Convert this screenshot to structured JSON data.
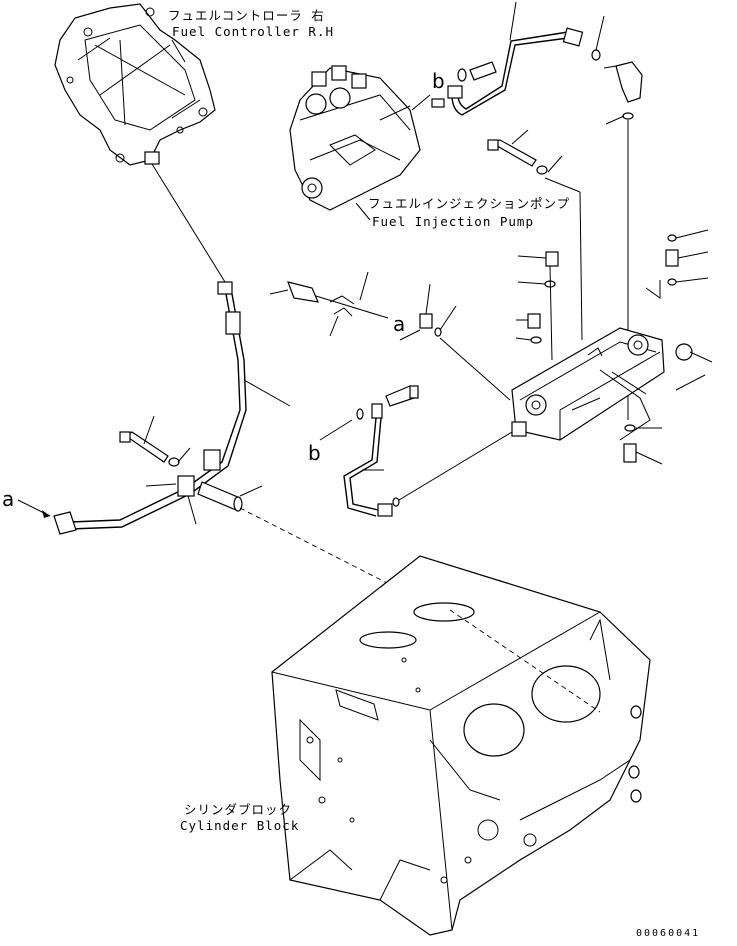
{
  "labels": {
    "fuel_controller_jp": "フュエルコントローラ 右",
    "fuel_controller_en": "Fuel Controller R.H",
    "injection_pump_jp": "フュエルインジェクションポンプ",
    "injection_pump_en": "Fuel Injection Pump",
    "cylinder_block_jp": "シリンダブロック",
    "cylinder_block_en": "Cylinder Block"
  },
  "references": {
    "a_upper": "a",
    "a_lower": "a",
    "b_upper": "b",
    "b_lower": "b"
  },
  "drawing_code": "00060041"
}
